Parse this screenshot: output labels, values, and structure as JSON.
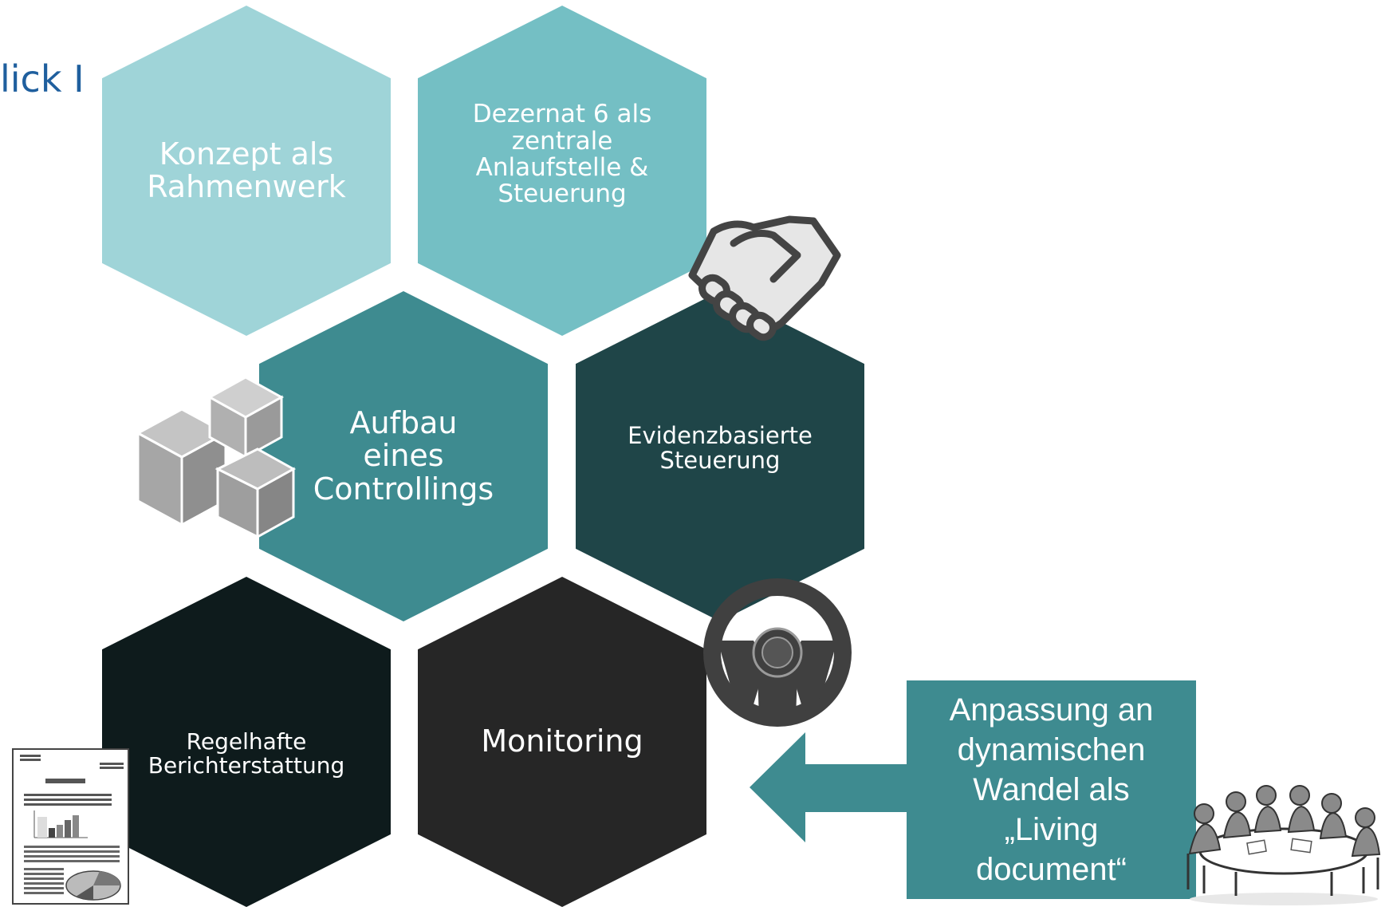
{
  "page": {
    "partial_title": "lick I"
  },
  "hexagons": [
    {
      "id": "konzept",
      "lines": [
        "Konzept als",
        "Rahmenwerk"
      ],
      "color": "#9fd4d8"
    },
    {
      "id": "dezernat",
      "lines": [
        "Dezernat 6 als",
        "zentrale",
        "Anlaufstelle &",
        "Steuerung"
      ],
      "color": "#74bfc4"
    },
    {
      "id": "aufbau",
      "lines": [
        "Aufbau",
        "eines",
        "Controllings"
      ],
      "color": "#3e8b90"
    },
    {
      "id": "evidenz",
      "lines": [
        "Evidenzbasierte",
        "Steuerung"
      ],
      "color": "#1f4548"
    },
    {
      "id": "regelhaft",
      "lines": [
        "Regelhafte",
        "Berichterstattung"
      ],
      "color": "#0e1b1c"
    },
    {
      "id": "monitoring",
      "lines": [
        "Monitoring"
      ],
      "color": "#262626"
    }
  ],
  "arrow_box": {
    "lines": [
      "Anpassung an",
      "dynamischen",
      "Wandel als",
      "„Living",
      "document“"
    ],
    "color": "#3e8b90"
  },
  "icons": [
    "handshake-icon",
    "cubes-icon",
    "steering-wheel-icon",
    "report-document-icon",
    "meeting-people-icon"
  ]
}
